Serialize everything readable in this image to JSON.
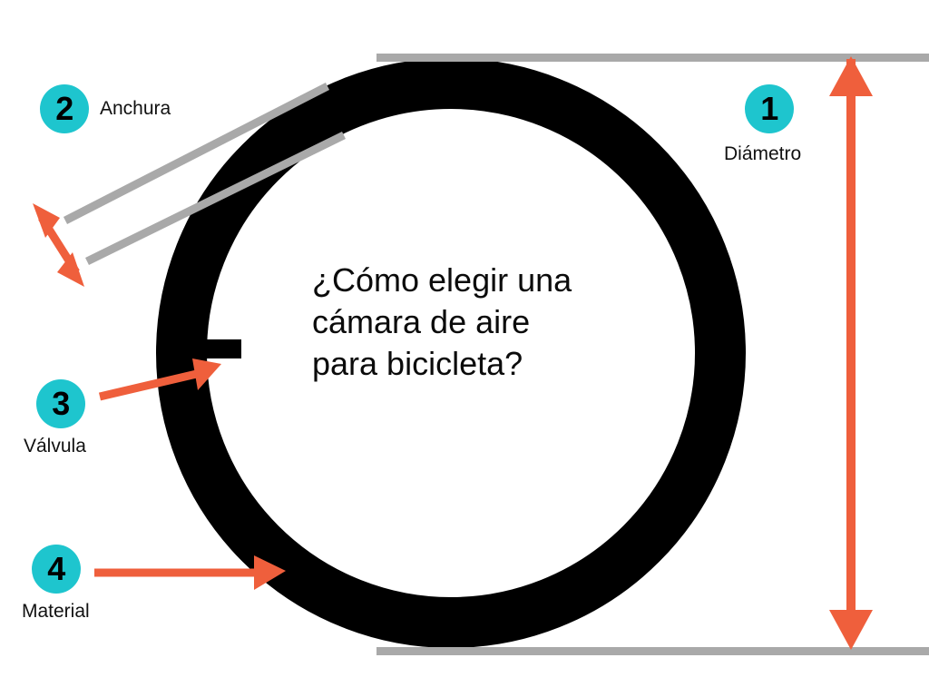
{
  "page": {
    "background_color": "#ffffff",
    "accent_badge_color": "#1ec5ce",
    "arrow_color": "#ef5f3c",
    "guide_line_color": "#a9a9a9",
    "tube_color": "#000000",
    "text_color": "#111111"
  },
  "headline": {
    "line1": "¿Cómo elegir una",
    "line2": "cámara de aire",
    "line3": "para bicicleta?"
  },
  "callouts": [
    {
      "number": "1",
      "label": "Diámetro",
      "icon": "double-headed-vertical-arrow-icon",
      "measure": "vertical-diameter"
    },
    {
      "number": "2",
      "label": "Anchura",
      "icon": "double-headed-diagonal-arrow-icon",
      "measure": "tube-width"
    },
    {
      "number": "3",
      "label": "Válvula",
      "icon": "pointer-arrow-icon",
      "measure": "valve-stem"
    },
    {
      "number": "4",
      "label": "Material",
      "icon": "pointer-arrow-icon",
      "measure": "tube-material"
    }
  ],
  "graphic": {
    "tube_name": "inner-tube-ring",
    "valve_name": "valve-stem",
    "top_guide_name": "top-measurement-guide",
    "bottom_guide_name": "bottom-measurement-guide",
    "width_guide_outer_name": "width-guide-outer-line",
    "width_guide_inner_name": "width-guide-inner-line"
  }
}
